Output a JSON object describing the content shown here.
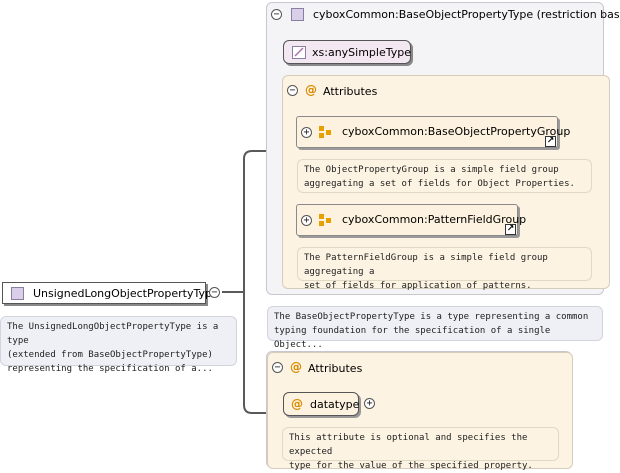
{
  "root": {
    "label": "UnsignedLongObjectPropertyType",
    "doc": [
      "The UnsignedLongObjectPropertyType is a type",
      "(extended from BaseObjectPropertyType)",
      "representing the specification of a..."
    ]
  },
  "base": {
    "title": "cyboxCommon:BaseObjectPropertyType (restriction base)",
    "simple_type": "xs:anySimpleType",
    "attributes_label": "Attributes",
    "groups": [
      {
        "label": "cyboxCommon:BaseObjectPropertyGroup",
        "doc": [
          "The ObjectPropertyGroup is a simple field group",
          "aggregating a set of fields for Object Properties."
        ]
      },
      {
        "label": "cyboxCommon:PatternFieldGroup",
        "doc": [
          "The PatternFieldGroup is a simple field group aggregating a",
          "set of fields for application of patterns."
        ]
      }
    ],
    "doc": [
      "The BaseObjectPropertyType is a type representing a common",
      "typing foundation for the specification of a single Object..."
    ]
  },
  "ext": {
    "attributes_label": "Attributes",
    "attr_name": "datatype",
    "attr_doc": [
      "This attribute is optional and specifies the expected",
      "type for the value of the specified property."
    ]
  },
  "symbols": {
    "collapse": "−",
    "expand": "+",
    "attribute": "@",
    "link": "↗"
  },
  "colors": {
    "connector": "#5a5a5a",
    "complex_icon": "#d9cfe8",
    "attr_icon": "#d98a00",
    "cream": "#fdf3e2",
    "grey_panel": "#f4f4f6"
  }
}
